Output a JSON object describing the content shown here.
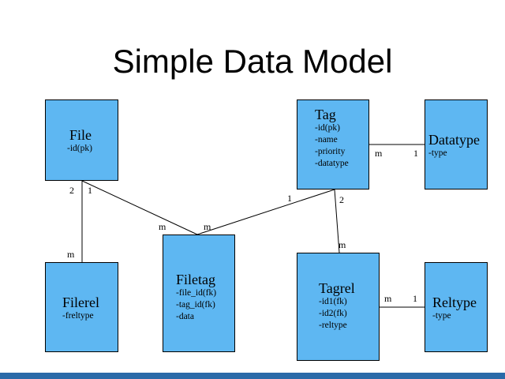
{
  "title": "Simple Data Model",
  "entities": {
    "file": {
      "name": "File",
      "attrs": [
        "-id(pk)"
      ]
    },
    "tag": {
      "name": "Tag",
      "attrs": [
        "-id(pk)",
        "-name",
        "-priority",
        "-datatype"
      ]
    },
    "datatype": {
      "name": "Datatype",
      "attrs": [
        "-type"
      ]
    },
    "filerel": {
      "name": "Filerel",
      "attrs": [
        "-freltype"
      ]
    },
    "filetag": {
      "name": "Filetag",
      "attrs": [
        "-file_id(fk)",
        "-tag_id(fk)",
        "-data"
      ]
    },
    "tagrel": {
      "name": "Tagrel",
      "attrs": [
        "-id1(fk)",
        "-id2(fk)",
        "-reltype"
      ]
    },
    "reltype": {
      "name": "Reltype",
      "attrs": [
        "-type"
      ]
    }
  },
  "cardinalities": {
    "file_filerel_file": "2",
    "file_filerel_filerel": "m",
    "file_filetag_file": "1",
    "file_filetag_filetag": "m",
    "tag_filetag_tag": "1",
    "tag_filetag_filetag": "m",
    "tag_tagrel_tag": "2",
    "tag_tagrel_tagrel": "m",
    "tag_datatype_tag": "m",
    "tag_datatype_datatype": "1",
    "tagrel_reltype_tagrel": "m",
    "tagrel_reltype_reltype": "1"
  },
  "colors": {
    "entity_fill": "#5eb7f2",
    "bottom_bar": "#2a6aa8"
  }
}
